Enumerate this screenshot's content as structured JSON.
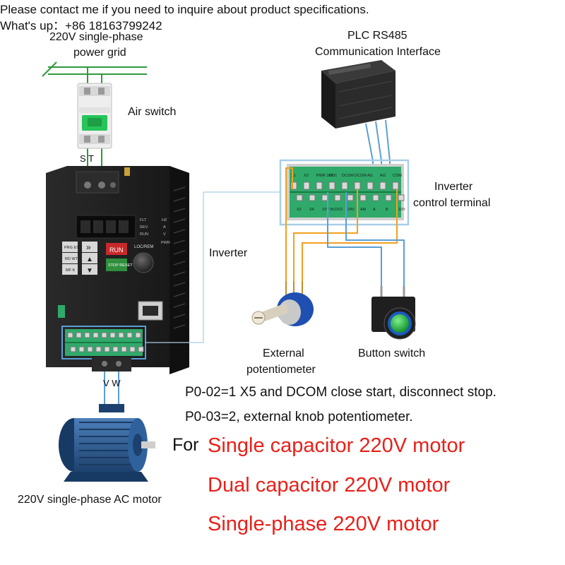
{
  "header": {
    "line1": "Please contact me if you need to inquire about product specifications.",
    "line2": "What's up：+86 18163799242"
  },
  "labels": {
    "power_grid_1": "220V single-phase",
    "power_grid_2": "power grid",
    "air_switch": "Air switch",
    "plc_1": "PLC RS485",
    "plc_2": "Communication Interface",
    "terminal_1": "Inverter",
    "terminal_2": "control terminal",
    "inverter": "Inverter",
    "ext_pot_1": "External",
    "ext_pot_2": "potentiometer",
    "button_switch": "Button switch",
    "motor": "220V single-phase  AC motor",
    "st": "S  T",
    "vw": "V  W"
  },
  "params": {
    "p0_02": "P0-02=1 X5 and DCOM close start, disconnect stop.",
    "p0_03": "P0-03=2, external knob potentiometer."
  },
  "for_label": "For",
  "motor_types": [
    "Single capacitor 220V motor",
    "Dual capacitor 220V motor",
    "Single-phase 220V motor"
  ],
  "terminals": {
    "top_row": [
      "X1",
      "X3",
      "PWR 10V",
      "DO1",
      "DCOM",
      "DCOM",
      "AI1",
      "AI2",
      "COM"
    ],
    "bottom_row": [
      "X2",
      "X4",
      "10V IN",
      "DO2",
      "24V",
      "AM",
      "A",
      "B",
      "10V"
    ]
  },
  "keypad": {
    "prg": "PRG ESC",
    "rd": "RD WT",
    "mf": "MF K",
    "run": "RUN",
    "stop": "STOP RESET",
    "up": "▲",
    "down": "▼",
    "shift": "»",
    "loc": "LOC/REM",
    "leds": [
      "FLT",
      "REV",
      "RUN",
      "PWR"
    ],
    "units": [
      "HZ",
      "A",
      "V"
    ]
  },
  "colors": {
    "wire_blue": "#5a9fd6",
    "wire_orange": "#f0a020",
    "wire_green": "#2e9a3c",
    "terminal_green": "#2faa6a",
    "inverter_body": "#1f1f1f",
    "run_red": "#c8282a",
    "stop_green": "#2f8f3d",
    "motor_blue": "#2a5a90",
    "button_green": "#1fb43c",
    "pot_blue": "#1f4fb0",
    "text_red": "#e8201a"
  }
}
